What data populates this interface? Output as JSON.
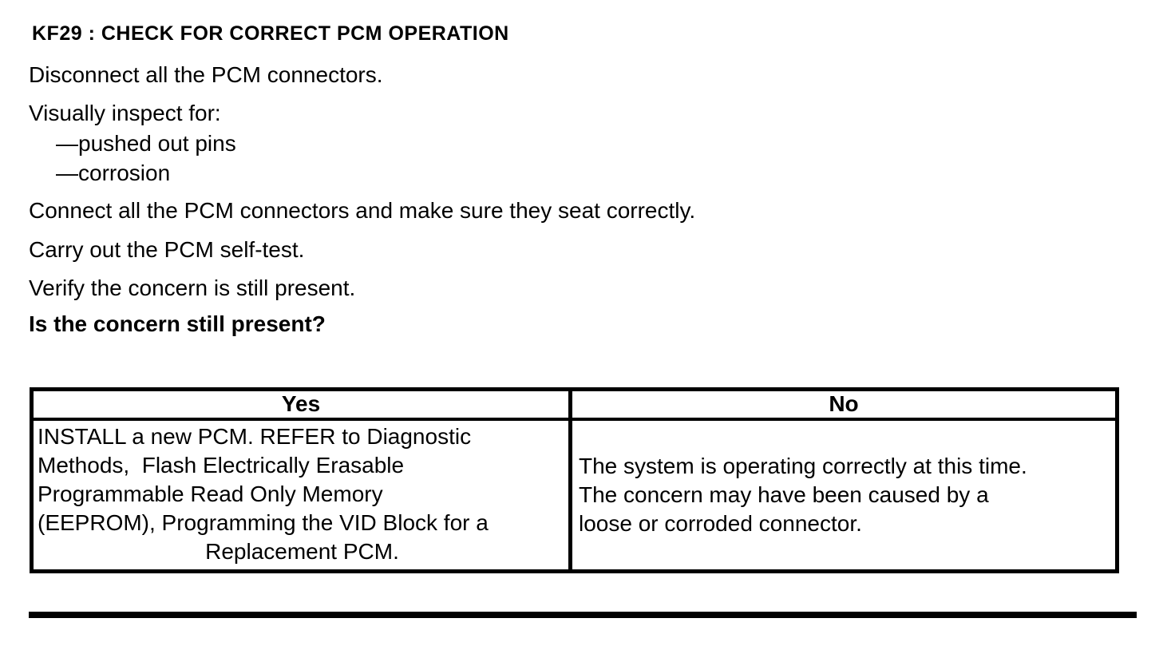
{
  "document": {
    "heading": "KF29 : CHECK FOR CORRECT PCM OPERATION",
    "instructions": [
      "Disconnect all the PCM connectors.",
      "Visually inspect for:",
      "—pushed out pins",
      "—corrosion",
      "Connect all the PCM connectors and make sure they seat correctly.",
      "Carry out the PCM self-test.",
      "Verify the concern is still present.",
      "Is the concern still present?"
    ],
    "results_table": {
      "yes": {
        "header": "Yes",
        "lines": [
          "INSTALL a new PCM. REFER to Diagnostic",
          "Methods,  Flash Electrically Erasable",
          "Programmable Read Only Memory",
          "(EEPROM), Programming the VID Block for a",
          "Replacement PCM."
        ]
      },
      "no": {
        "header": "No",
        "lines": [
          "The system is operating correctly at this time.",
          "The concern may have been caused by a",
          "loose or corroded connector."
        ]
      }
    },
    "colors": {
      "text": "#000000",
      "background": "#ffffff"
    }
  }
}
